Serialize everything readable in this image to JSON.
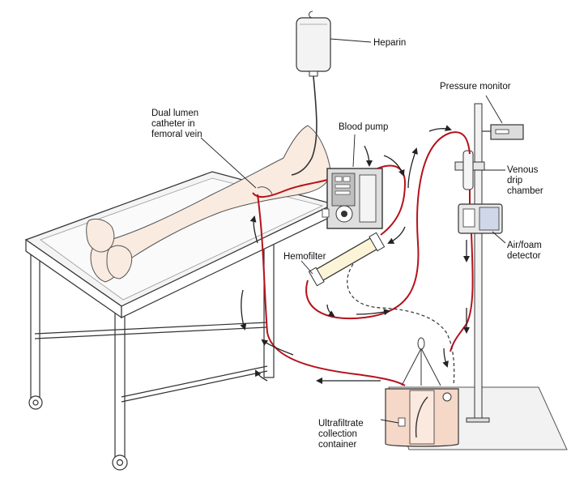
{
  "labels": {
    "heparin": "Heparin",
    "catheter": "Dual lumen\ncatheter in\nfemoral vein",
    "blood_pump": "Blood pump",
    "pressure_monitor": "Pressure monitor",
    "venous_drip_chamber": "Venous\ndrip\nchamber",
    "air_foam_detector": "Air/foam\ndetector",
    "hemofilter": "Hemofilter",
    "ultrafiltrate_container": "Ultrafiltrate\ncollection\ncontainer"
  },
  "colors": {
    "blood_line": "#b5121b",
    "skin": "#f9ebe0",
    "container": "#f6d8c8",
    "outline": "#333333"
  }
}
